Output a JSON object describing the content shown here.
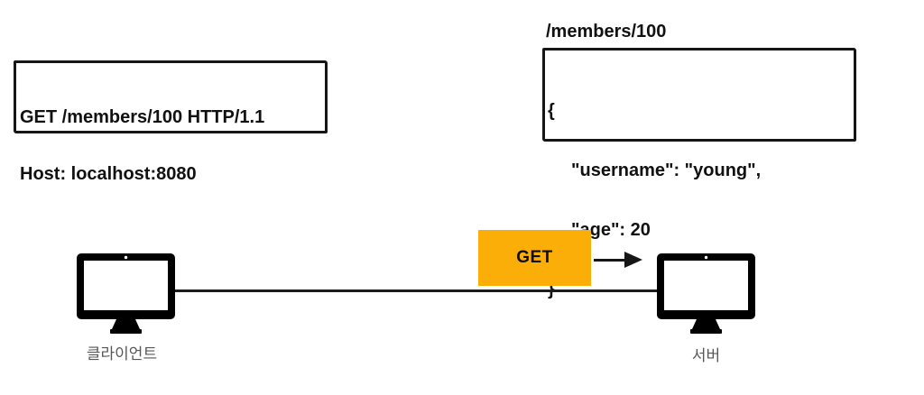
{
  "colors": {
    "badge_background": "#FCAE08",
    "node_label_gray": "#575757",
    "ink_black": "#161616"
  },
  "request_box": {
    "line1": "GET /members/100 HTTP/1.1",
    "line2": "Host: localhost:8080"
  },
  "response_box": {
    "path_label": "/members/100",
    "json_line1": "{",
    "json_line2": "\"username\": \"young\",",
    "json_line3": "\"age\": 20",
    "json_line4": "}"
  },
  "flow": {
    "method_label": "GET"
  },
  "nodes": {
    "client_label": "클라이언트",
    "server_label": "서버"
  }
}
